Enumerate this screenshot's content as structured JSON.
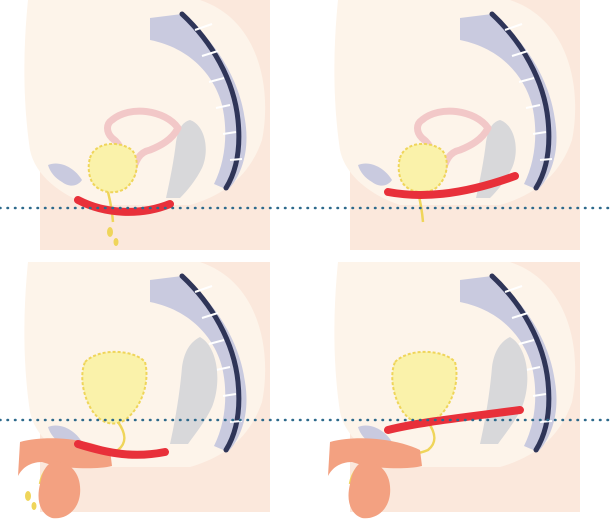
{
  "colors": {
    "background": "#ffffff",
    "skin": "#fbe8dc",
    "abdomen": "#fdf4ea",
    "spine_dark": "#2f3558",
    "spine_light": "#c9cadf",
    "pelvic_floor": "#e8303a",
    "bladder_fill": "#faf2aa",
    "bladder_outline": "#efd55a",
    "uterus": "#f2c8c8",
    "rectum": "#d8d8da",
    "urethra": "#efd55a",
    "male_genitals": "#f3a181",
    "reference_line": "#2d6a8c"
  },
  "panels": [
    {
      "id": "female-normal",
      "sex": "female",
      "pelvic_floor": "descended",
      "leak": true
    },
    {
      "id": "female-weak",
      "sex": "female",
      "pelvic_floor": "supported",
      "leak": false
    },
    {
      "id": "male-normal",
      "sex": "male",
      "pelvic_floor": "descended",
      "leak": true
    },
    {
      "id": "male-weak",
      "sex": "male",
      "pelvic_floor": "supported",
      "leak": false
    }
  ],
  "reference_lines": 2
}
